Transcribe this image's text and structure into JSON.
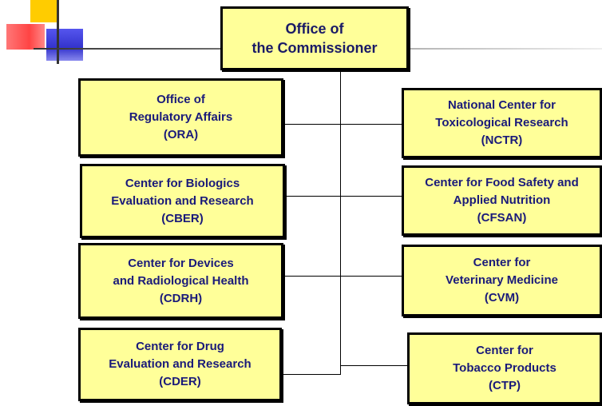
{
  "diagram": {
    "root": {
      "label": "Office of\nthe Commissioner"
    },
    "left_units": [
      {
        "label": "Office of\nRegulatory Affairs\n(ORA)"
      },
      {
        "label": "Center for Biologics\nEvaluation and Research\n(CBER)"
      },
      {
        "label": "Center for Devices\nand Radiological  Health\n(CDRH)"
      },
      {
        "label": "Center for Drug\nEvaluation and Research\n(CDER)"
      }
    ],
    "right_units": [
      {
        "label": "National Center for\nToxicological Research\n(NCTR)"
      },
      {
        "label": "Center for  Food Safety and\nApplied Nutrition\n(CFSAN)"
      },
      {
        "label": "Center for\nVeterinary Medicine\n(CVM)"
      },
      {
        "label": "Center for\nTobacco Products\n(CTP)"
      }
    ]
  },
  "colors": {
    "box_fill": "#ffff99",
    "box_text": "#1a1a7a",
    "border": "#000000"
  }
}
